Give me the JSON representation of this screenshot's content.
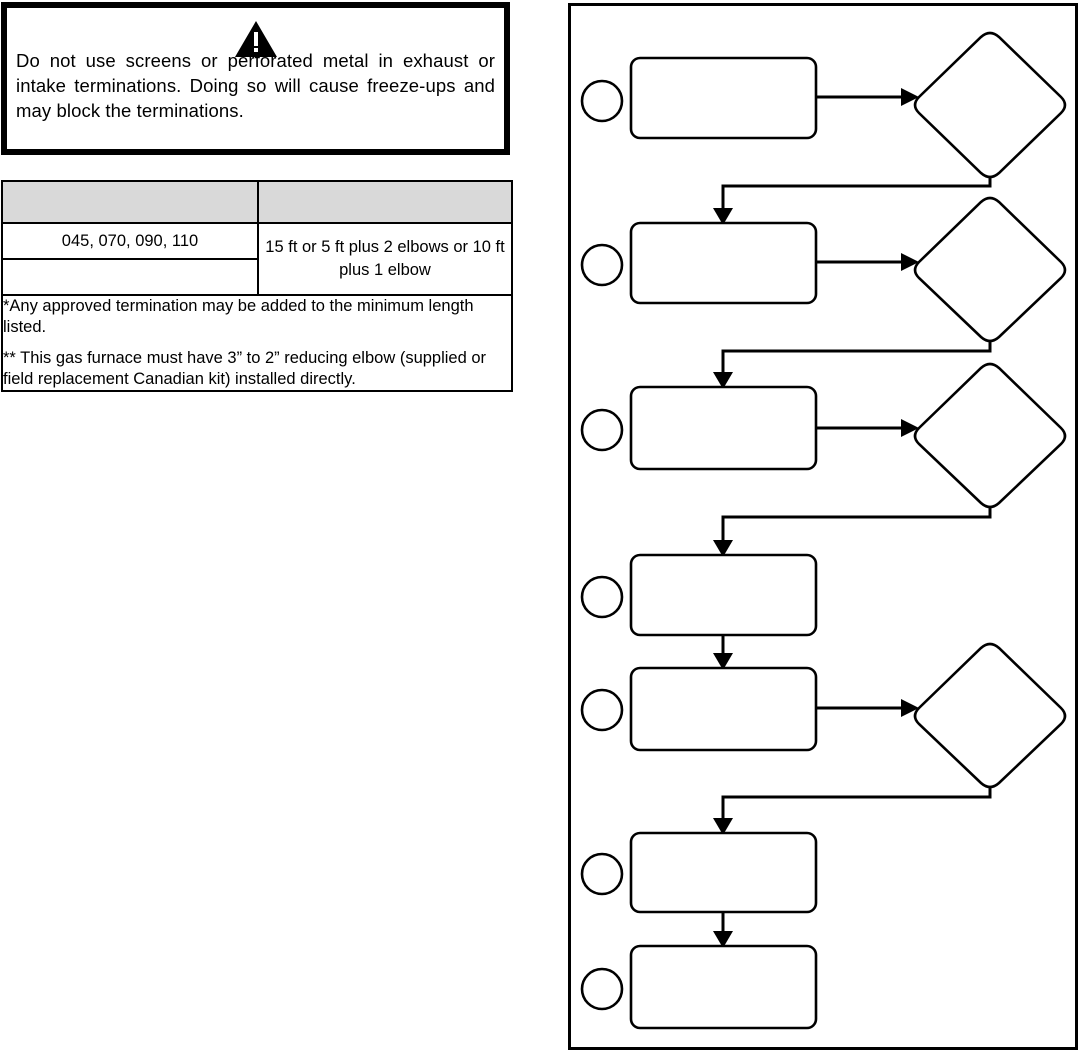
{
  "warning": {
    "icon": "warning-triangle-icon",
    "text": "Do not use screens or perforated metal in exhaust or intake terminations. Doing so will cause freeze-ups and may block the terminations."
  },
  "spec_table": {
    "header": {
      "col1": "",
      "col2": "",
      "fill_color": "#d9d9d9"
    },
    "rows": [
      {
        "model": "045, 070, 090, 110",
        "length": "15 ft or 5 ft plus 2 elbows or 10 ft plus 1 elbow"
      },
      {
        "model": "",
        "length": ""
      }
    ],
    "notes": [
      "*Any approved termination may be added to the minimum length listed.",
      "** This gas furnace must have 3” to 2” reducing elbow (supplied or field replacement Canadian kit) installed directly."
    ]
  },
  "flowchart": {
    "steps": [
      {
        "bullet": "",
        "box_label": "",
        "decision_label": "",
        "has_decision": true
      },
      {
        "bullet": "",
        "box_label": "",
        "decision_label": "",
        "has_decision": true
      },
      {
        "bullet": "",
        "box_label": "",
        "decision_label": "",
        "has_decision": true
      },
      {
        "bullet": "",
        "box_label": "",
        "decision_label": "",
        "has_decision": false
      },
      {
        "bullet": "",
        "box_label": "",
        "decision_label": "",
        "has_decision": true
      },
      {
        "bullet": "",
        "box_label": "",
        "decision_label": "",
        "has_decision": false
      },
      {
        "bullet": "",
        "box_label": "",
        "decision_label": "",
        "has_decision": false
      }
    ],
    "colors": {
      "stroke": "#000000",
      "fill": "#ffffff"
    }
  }
}
